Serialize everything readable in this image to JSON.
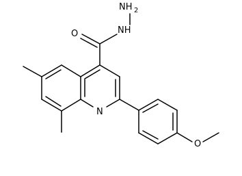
{
  "molecule": {
    "labels": {
      "n2": "NH",
      "n2_sub": "2",
      "nh": "NH",
      "o1": "O",
      "n_ring": "N",
      "o2": "O"
    }
  }
}
